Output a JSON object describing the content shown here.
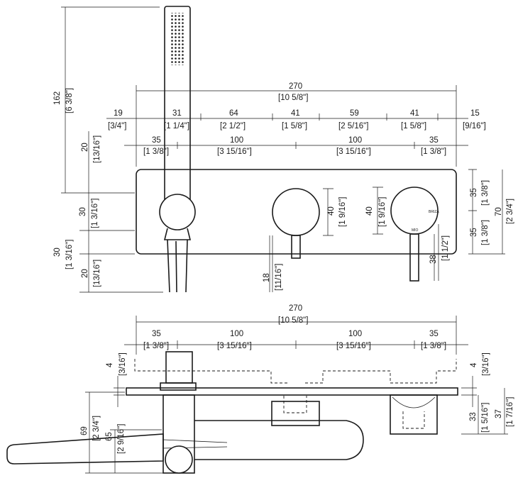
{
  "front_view": {
    "top_overall": {
      "mm": "270",
      "inch": "[10 5/8\"]"
    },
    "top_row": [
      {
        "mm": "19",
        "inch": "[3/4\"]"
      },
      {
        "mm": "31",
        "inch": "[1 1/4\"]"
      },
      {
        "mm": "64",
        "inch": "[2 1/2\"]"
      },
      {
        "mm": "41",
        "inch": "[1 5/8\"]"
      },
      {
        "mm": "59",
        "inch": "[2 5/16\"]"
      },
      {
        "mm": "41",
        "inch": "[1 5/8\"]"
      },
      {
        "mm": "15",
        "inch": "[9/16\"]"
      }
    ],
    "second_row": [
      {
        "mm": "35",
        "inch": "[1 3/8\"]"
      },
      {
        "mm": "100",
        "inch": "[3 15/16\"]"
      },
      {
        "mm": "100",
        "inch": "[3 15/16\"]"
      },
      {
        "mm": "35",
        "inch": "[1 3/8\"]"
      }
    ],
    "left_vertical": [
      {
        "mm": "162",
        "inch": "[6 3/8\"]"
      },
      {
        "mm": "20",
        "inch": "[13/16\"]"
      },
      {
        "mm": "30",
        "inch": "[1 3/16\"]"
      },
      {
        "mm": "30",
        "inch": "[1 3/16\"]"
      },
      {
        "mm": "20",
        "inch": "[13/16\"]"
      }
    ],
    "knob_diameter_1": {
      "mm": "40",
      "inch": "[1 9/16\"]"
    },
    "knob_diameter_2": {
      "mm": "40",
      "inch": "[1 9/16\"]"
    },
    "lever_length": {
      "mm": "18",
      "inch": "[11/16\"]"
    },
    "right_lever": {
      "mm": "38",
      "inch": "[1 1/2\"]"
    },
    "right_vertical": [
      {
        "mm": "35",
        "inch": "[1 3/8\"]"
      },
      {
        "mm": "35",
        "inch": "[1 3/8\"]"
      },
      {
        "mm": "70",
        "inch": "[2 3/4\"]"
      }
    ],
    "knob_labels": {
      "top": "BRIZA",
      "bottom": "MIO"
    }
  },
  "side_view": {
    "top_overall": {
      "mm": "270",
      "inch": "[10 5/8\"]"
    },
    "row": [
      {
        "mm": "35",
        "inch": "[1 3/8\"]"
      },
      {
        "mm": "100",
        "inch": "[3 15/16\"]"
      },
      {
        "mm": "100",
        "inch": "[3 15/16\"]"
      },
      {
        "mm": "35",
        "inch": "[1 3/8\"]"
      }
    ],
    "left_depth": {
      "mm": "4",
      "inch": "[3/16\"]"
    },
    "right_depth": {
      "mm": "4",
      "inch": "[3/16\"]"
    },
    "spout_69": {
      "mm": "69",
      "inch": "[2 3/4\"]"
    },
    "spout_65": {
      "mm": "65",
      "inch": "[2 9/16\"]"
    },
    "body_33": {
      "mm": "33",
      "inch": "[1 5/16\"]"
    },
    "body_37": {
      "mm": "37",
      "inch": "[1 7/16\"]"
    }
  }
}
